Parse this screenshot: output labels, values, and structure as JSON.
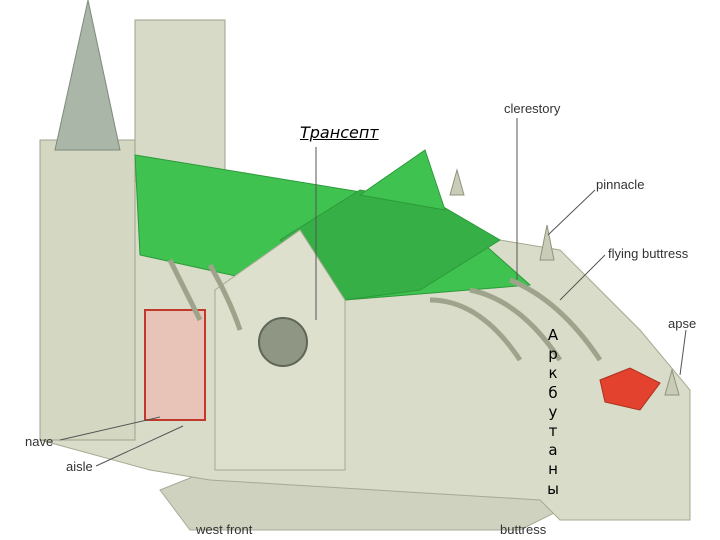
{
  "colors": {
    "roof": "#3fc24f",
    "roof_dark": "#2c9a3a",
    "stone": "#d9dcc8",
    "stone_shade": "#b6bba4",
    "apse_roof": "#e2422e",
    "leader": "#555555"
  },
  "labels": {
    "clerestory": "clerestory",
    "pinnacle": "pinnacle",
    "flying_buttress": "flying buttress",
    "apse": "apse",
    "nave": "nave",
    "aisle": "aisle",
    "buttress": "buttress",
    "west_front": "west front"
  },
  "annotations": {
    "transept": "Трансепт",
    "arkbutany": "Аркбутаны"
  }
}
